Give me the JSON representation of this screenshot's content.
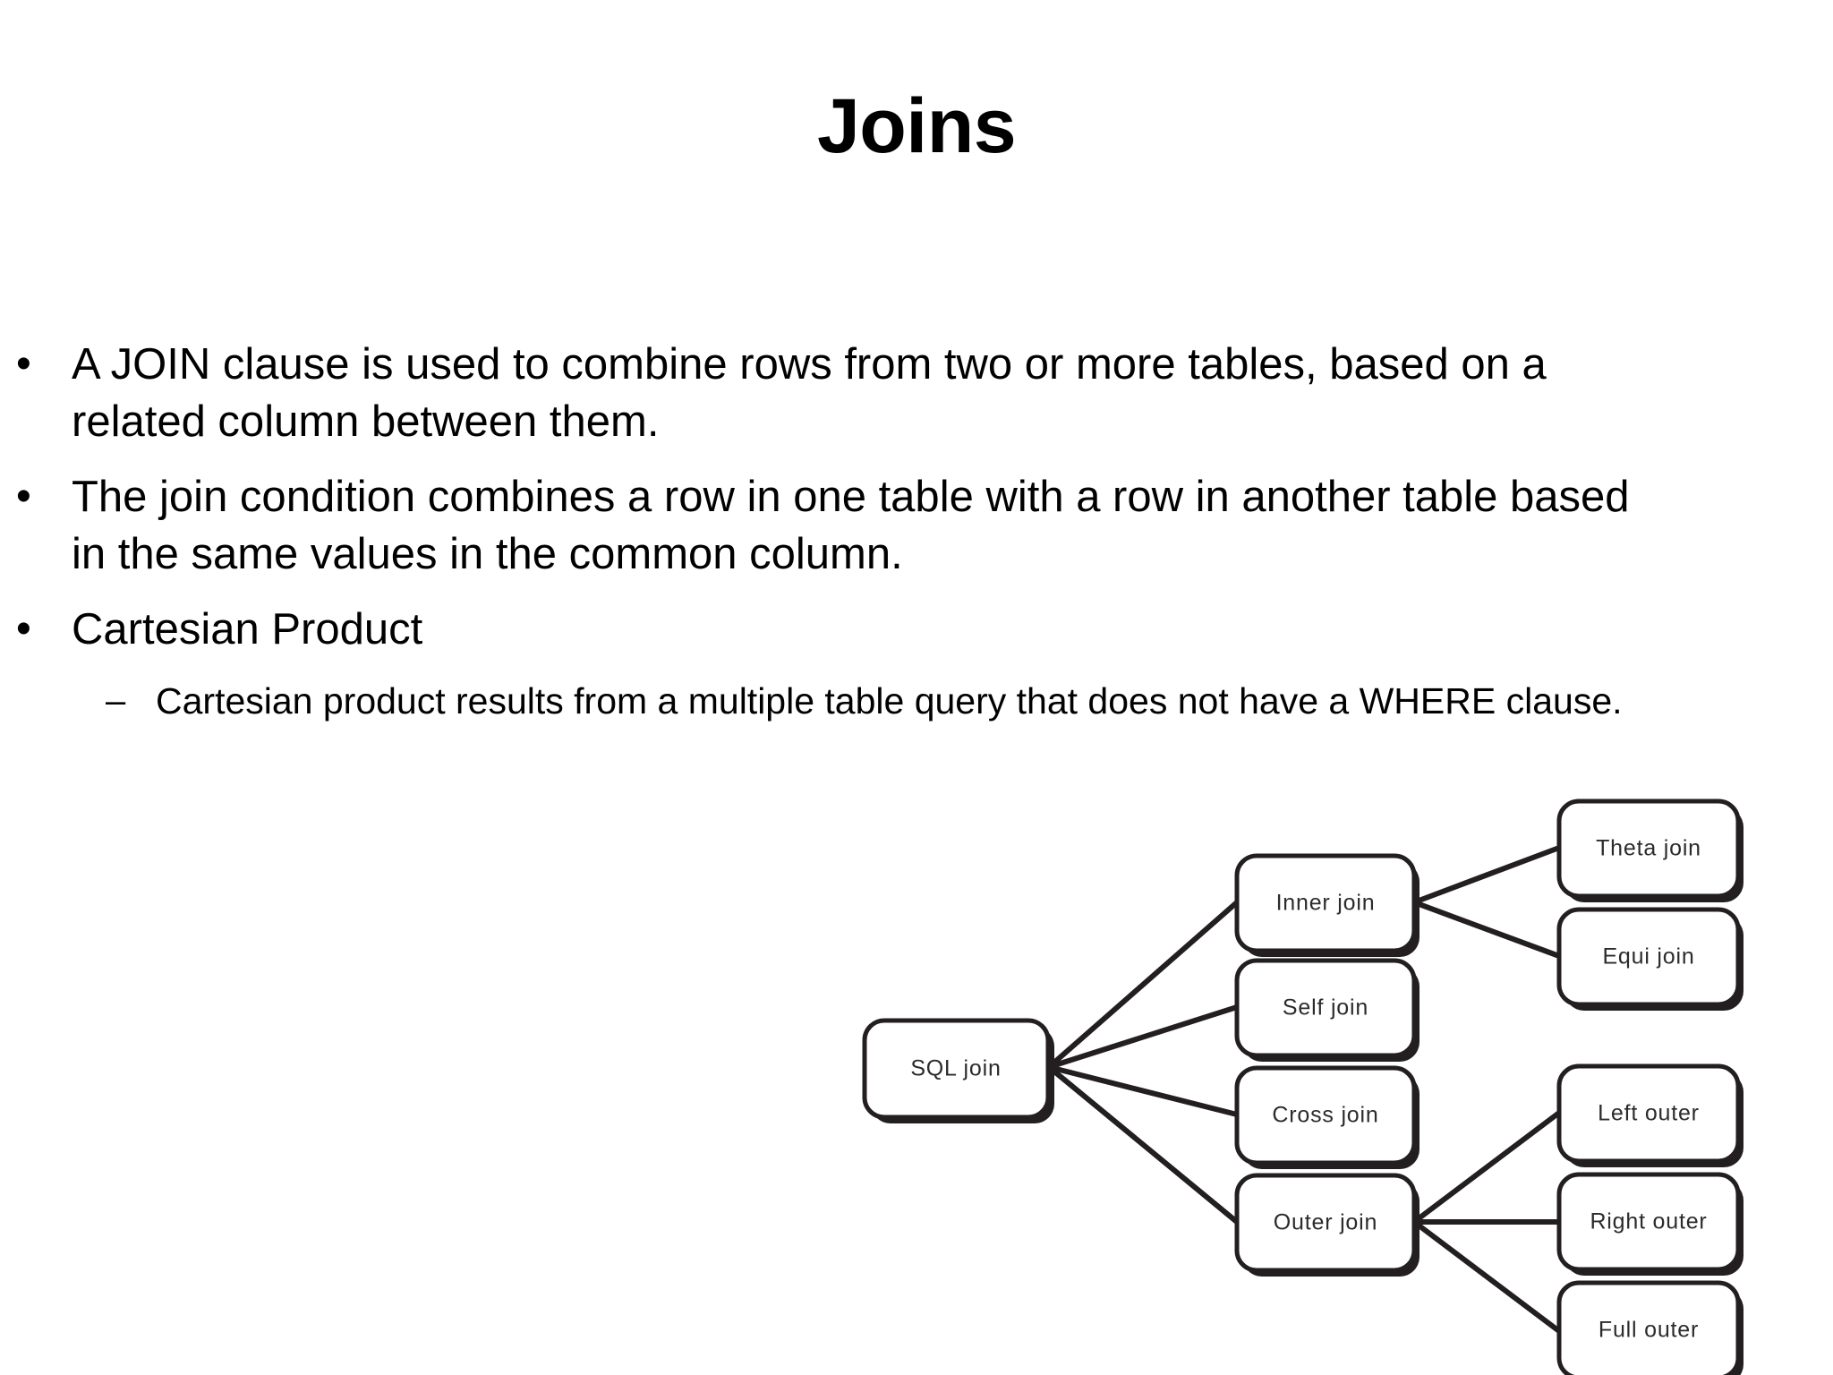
{
  "slide": {
    "title": "Joins",
    "bullets": [
      {
        "level": 1,
        "marker": "•",
        "text": "A JOIN clause is used to combine rows from two or more tables, based on a related column between them."
      },
      {
        "level": 1,
        "marker": "•",
        "text": "The join condition combines a row in one table with a row in another table based in the same values in the common column."
      },
      {
        "level": 1,
        "marker": "•",
        "text": "Cartesian Product"
      },
      {
        "level": 2,
        "marker": "–",
        "text": "Cartesian product results from a multiple table query that does not have a WHERE clause."
      }
    ]
  },
  "diagram": {
    "type": "tree",
    "root": "SQL join",
    "nodes": {
      "sql_join": "SQL join",
      "inner_join": "Inner join",
      "self_join": "Self join",
      "cross_join": "Cross join",
      "outer_join": "Outer join",
      "theta_join": "Theta join",
      "equi_join": "Equi join",
      "left_outer": "Left outer",
      "right_outer": "Right outer",
      "full_outer": "Full outer"
    },
    "edges": [
      [
        "SQL join",
        "Inner join"
      ],
      [
        "SQL join",
        "Self join"
      ],
      [
        "SQL join",
        "Cross join"
      ],
      [
        "SQL join",
        "Outer join"
      ],
      [
        "Inner join",
        "Theta join"
      ],
      [
        "Inner join",
        "Equi join"
      ],
      [
        "Outer join",
        "Left outer"
      ],
      [
        "Outer join",
        "Right outer"
      ],
      [
        "Outer join",
        "Full outer"
      ]
    ],
    "colors": {
      "box_fill": "#ffffff",
      "box_stroke": "#231f20",
      "shadow": "#231f20",
      "line": "#231f20",
      "text": "#2b2b2b"
    }
  }
}
